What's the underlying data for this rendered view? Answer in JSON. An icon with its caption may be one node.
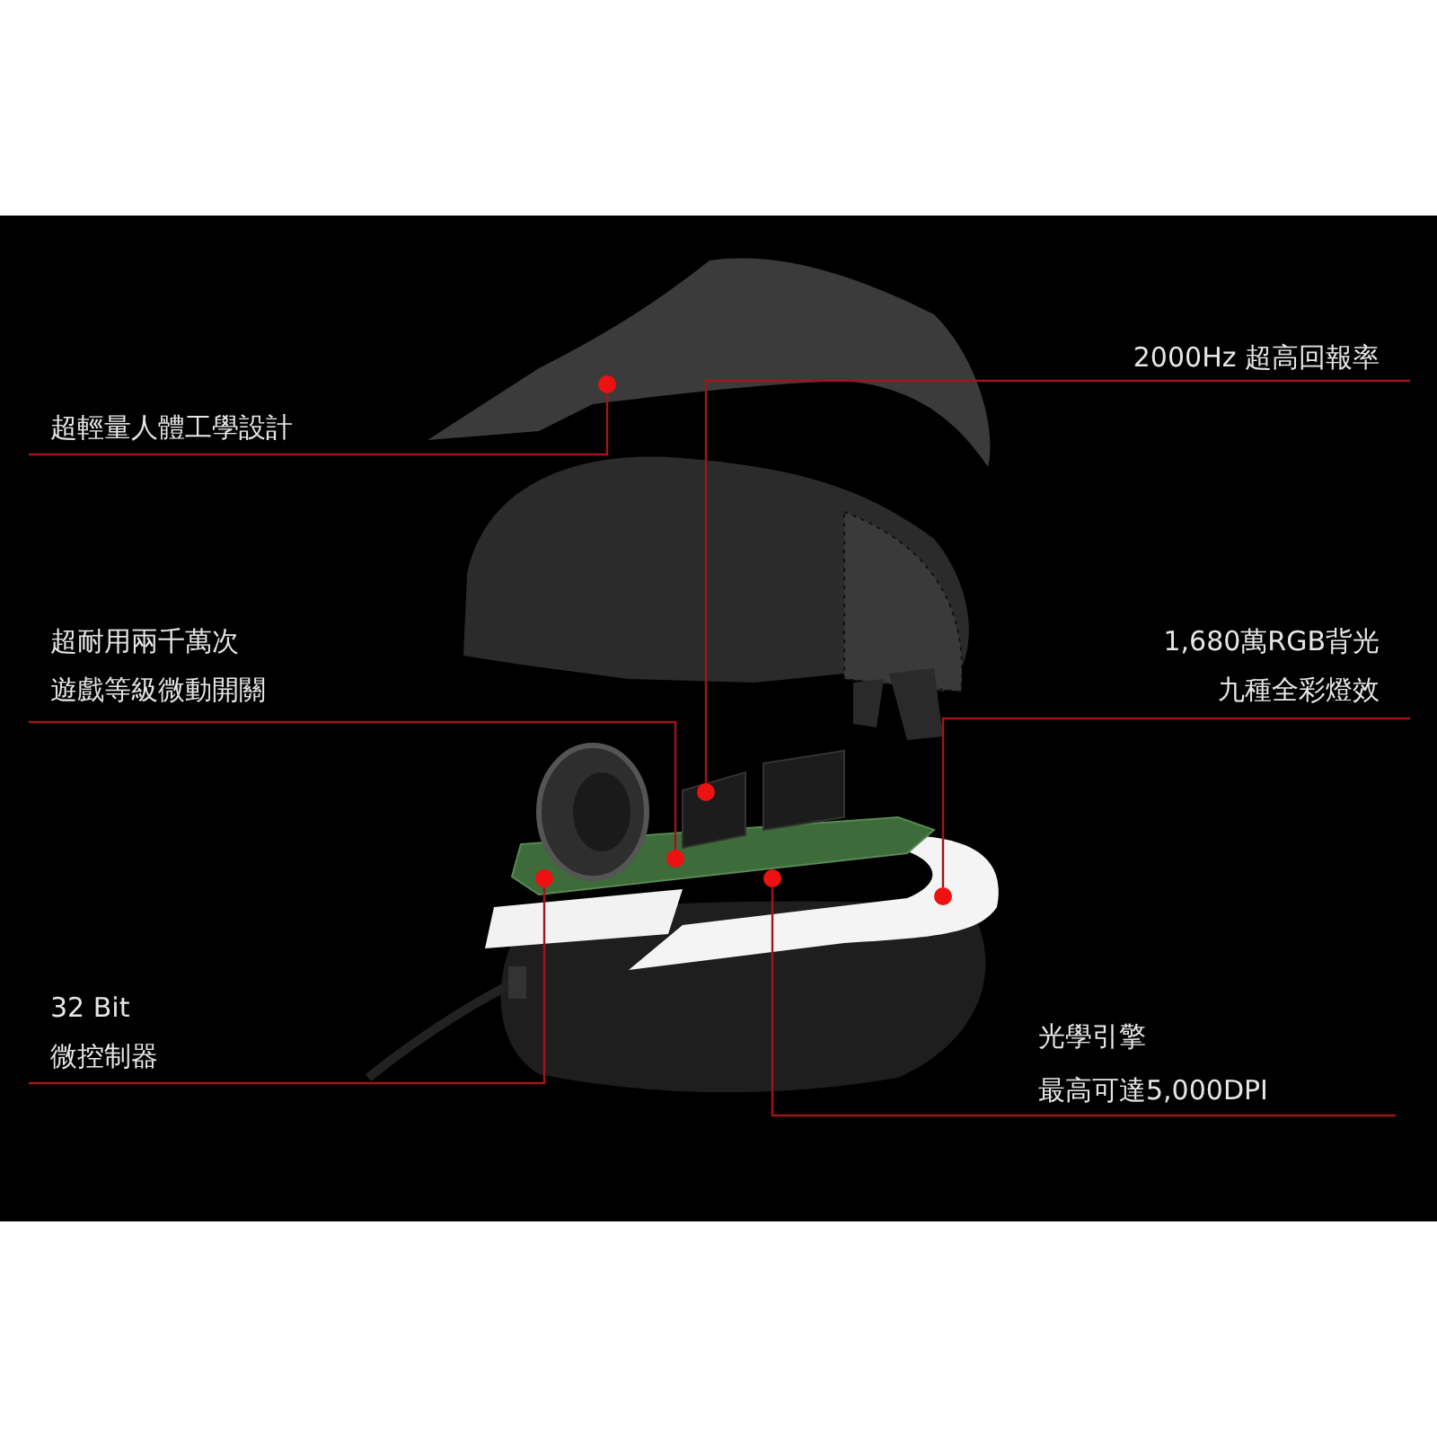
{
  "diagram": {
    "nodes": [
      {
        "text": [
          "超輕量人體工學設計"
        ]
      },
      {
        "text": [
          "2000Hz 超高回報率"
        ]
      },
      {
        "text": [
          "超耐用兩千萬次",
          "遊戲等級微動開關"
        ]
      },
      {
        "text": [
          "1,680萬RGB背光",
          "九種全彩燈效"
        ]
      },
      {
        "text": [
          "32 Bit",
          "微控制器"
        ]
      },
      {
        "text": [
          "光學引擎",
          "最高可達5,000DPI"
        ]
      },
      {
        "text": [],
        "shape": "circle"
      },
      {
        "text": [],
        "shape": "circle"
      },
      {
        "text": [],
        "shape": "circle"
      },
      {
        "text": [],
        "shape": "circle"
      },
      {
        "text": [],
        "shape": "circle"
      },
      {
        "text": [],
        "shape": "circle"
      }
    ],
    "edges": [
      {
        "from": 0,
        "to": 7,
        "arrow": "none"
      },
      {
        "from": 1,
        "to": 9,
        "arrow": "none"
      },
      {
        "from": 2,
        "to": 8,
        "arrow": "none"
      },
      {
        "from": 3,
        "to": 11,
        "arrow": "none"
      },
      {
        "from": 4,
        "to": 6,
        "arrow": "none"
      },
      {
        "from": 5,
        "to": 10,
        "arrow": "none"
      }
    ]
  }
}
